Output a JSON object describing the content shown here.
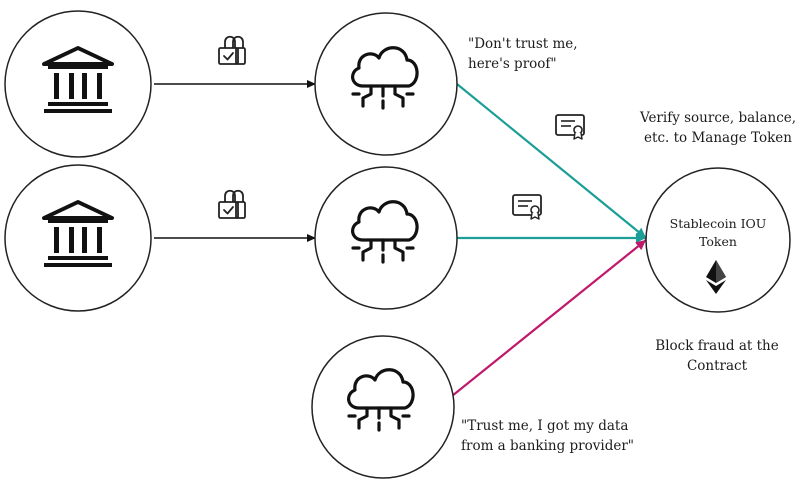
{
  "diagram": {
    "quotes": {
      "proof": "\"Don't trust me,\nhere's proof\"",
      "trust": "\"Trust me, I got my data\nfrom a banking provider\""
    },
    "notes": {
      "verify": "Verify source, balance,\netc. to Manage Token",
      "block": "Block fraud at the\nContract"
    },
    "token": {
      "label": "Stablecoin IOU\nToken",
      "icon": "ethereum-icon"
    },
    "colors": {
      "verified_edge": "#1a9e96",
      "unverified_edge": "#c0196b",
      "bank_edge": "#111111",
      "stroke": "#222222"
    },
    "icons": {
      "bank": "bank-icon",
      "cloud": "cloud-network-icon",
      "lock": "lock-icon",
      "certificate": "certificate-icon"
    }
  }
}
